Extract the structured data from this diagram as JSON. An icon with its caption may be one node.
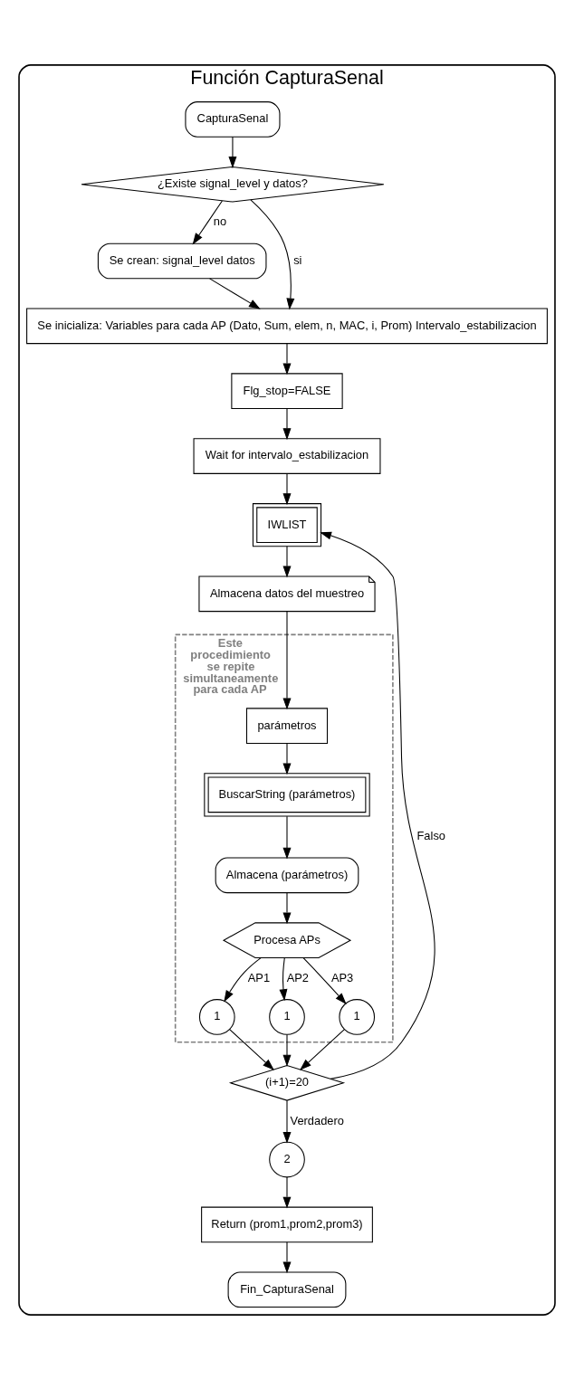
{
  "diagram": {
    "nodes": [
      {
        "text": [
          "Función CapturaSenal"
        ]
      },
      {
        "text": [
          "CapturaSenal"
        ],
        "in": 0
      },
      {
        "text": [
          "¿Existe signal_level y datos?"
        ],
        "in": 0
      },
      {
        "text": [
          "Se crean: signal_level datos"
        ],
        "in": 0
      },
      {
        "text": [
          "Se inicializa: Variables para cada AP (Dato, Sum, elem, n, MAC, i, Prom) Intervalo_estabilizacion"
        ],
        "in": 0
      },
      {
        "text": [
          "Flg_stop=FALSE"
        ],
        "in": 0
      },
      {
        "text": [
          "Wait for intervalo_estabilizacion"
        ],
        "in": 0
      },
      {
        "text": [
          "IWLIST"
        ],
        "in": 0
      },
      {
        "text": [
          "Almacena datos del muestreo"
        ],
        "in": 0
      },
      {
        "text": [
          "Este procedimiento se repite simultaneamente para cada AP"
        ],
        "in": 0
      },
      {
        "text": [
          "parámetros"
        ],
        "in": 9
      },
      {
        "text": [
          "BuscarString (parámetros)"
        ],
        "in": 9
      },
      {
        "text": [
          "Almacena (parámetros)"
        ],
        "in": 9
      },
      {
        "text": [
          "Procesa APs"
        ],
        "in": 9
      },
      {
        "text": [
          "1"
        ],
        "in": 9
      },
      {
        "text": [
          "1"
        ],
        "in": 9
      },
      {
        "text": [
          "1"
        ],
        "in": 9
      },
      {
        "text": [
          "(i+1)=20"
        ],
        "in": 0
      },
      {
        "text": [
          "2"
        ],
        "in": 0
      },
      {
        "text": [
          "Return (prom1,prom2,prom3)"
        ],
        "in": 0
      },
      {
        "text": [
          "Fin_CapturaSenal"
        ],
        "in": 0
      }
    ],
    "edges": [
      {
        "from": 1,
        "to": 2,
        "arrow": "to"
      },
      {
        "from": 2,
        "to": 3,
        "arrow": "to",
        "label": "no"
      },
      {
        "from": 2,
        "to": 4,
        "arrow": "to",
        "label": "si"
      },
      {
        "from": 3,
        "to": 4,
        "arrow": "to"
      },
      {
        "from": 4,
        "to": 5,
        "arrow": "to"
      },
      {
        "from": 5,
        "to": 6,
        "arrow": "to"
      },
      {
        "from": 6,
        "to": 7,
        "arrow": "to"
      },
      {
        "from": 7,
        "to": 8,
        "arrow": "to"
      },
      {
        "from": 8,
        "to": 10,
        "arrow": "to"
      },
      {
        "from": 10,
        "to": 11,
        "arrow": "to"
      },
      {
        "from": 11,
        "to": 12,
        "arrow": "to"
      },
      {
        "from": 12,
        "to": 13,
        "arrow": "to"
      },
      {
        "from": 13,
        "to": 14,
        "arrow": "to",
        "label": "AP1"
      },
      {
        "from": 13,
        "to": 15,
        "arrow": "to",
        "label": "AP2"
      },
      {
        "from": 13,
        "to": 16,
        "arrow": "to",
        "label": "AP3"
      },
      {
        "from": 14,
        "to": 17,
        "arrow": "to"
      },
      {
        "from": 15,
        "to": 17,
        "arrow": "to"
      },
      {
        "from": 16,
        "to": 17,
        "arrow": "to"
      },
      {
        "from": 17,
        "to": 18,
        "arrow": "to",
        "label": "Verdadero"
      },
      {
        "from": 17,
        "to": 7,
        "arrow": "to",
        "label": "Falso"
      },
      {
        "from": 18,
        "to": 19,
        "arrow": "to"
      },
      {
        "from": 19,
        "to": 20,
        "arrow": "to"
      }
    ]
  }
}
